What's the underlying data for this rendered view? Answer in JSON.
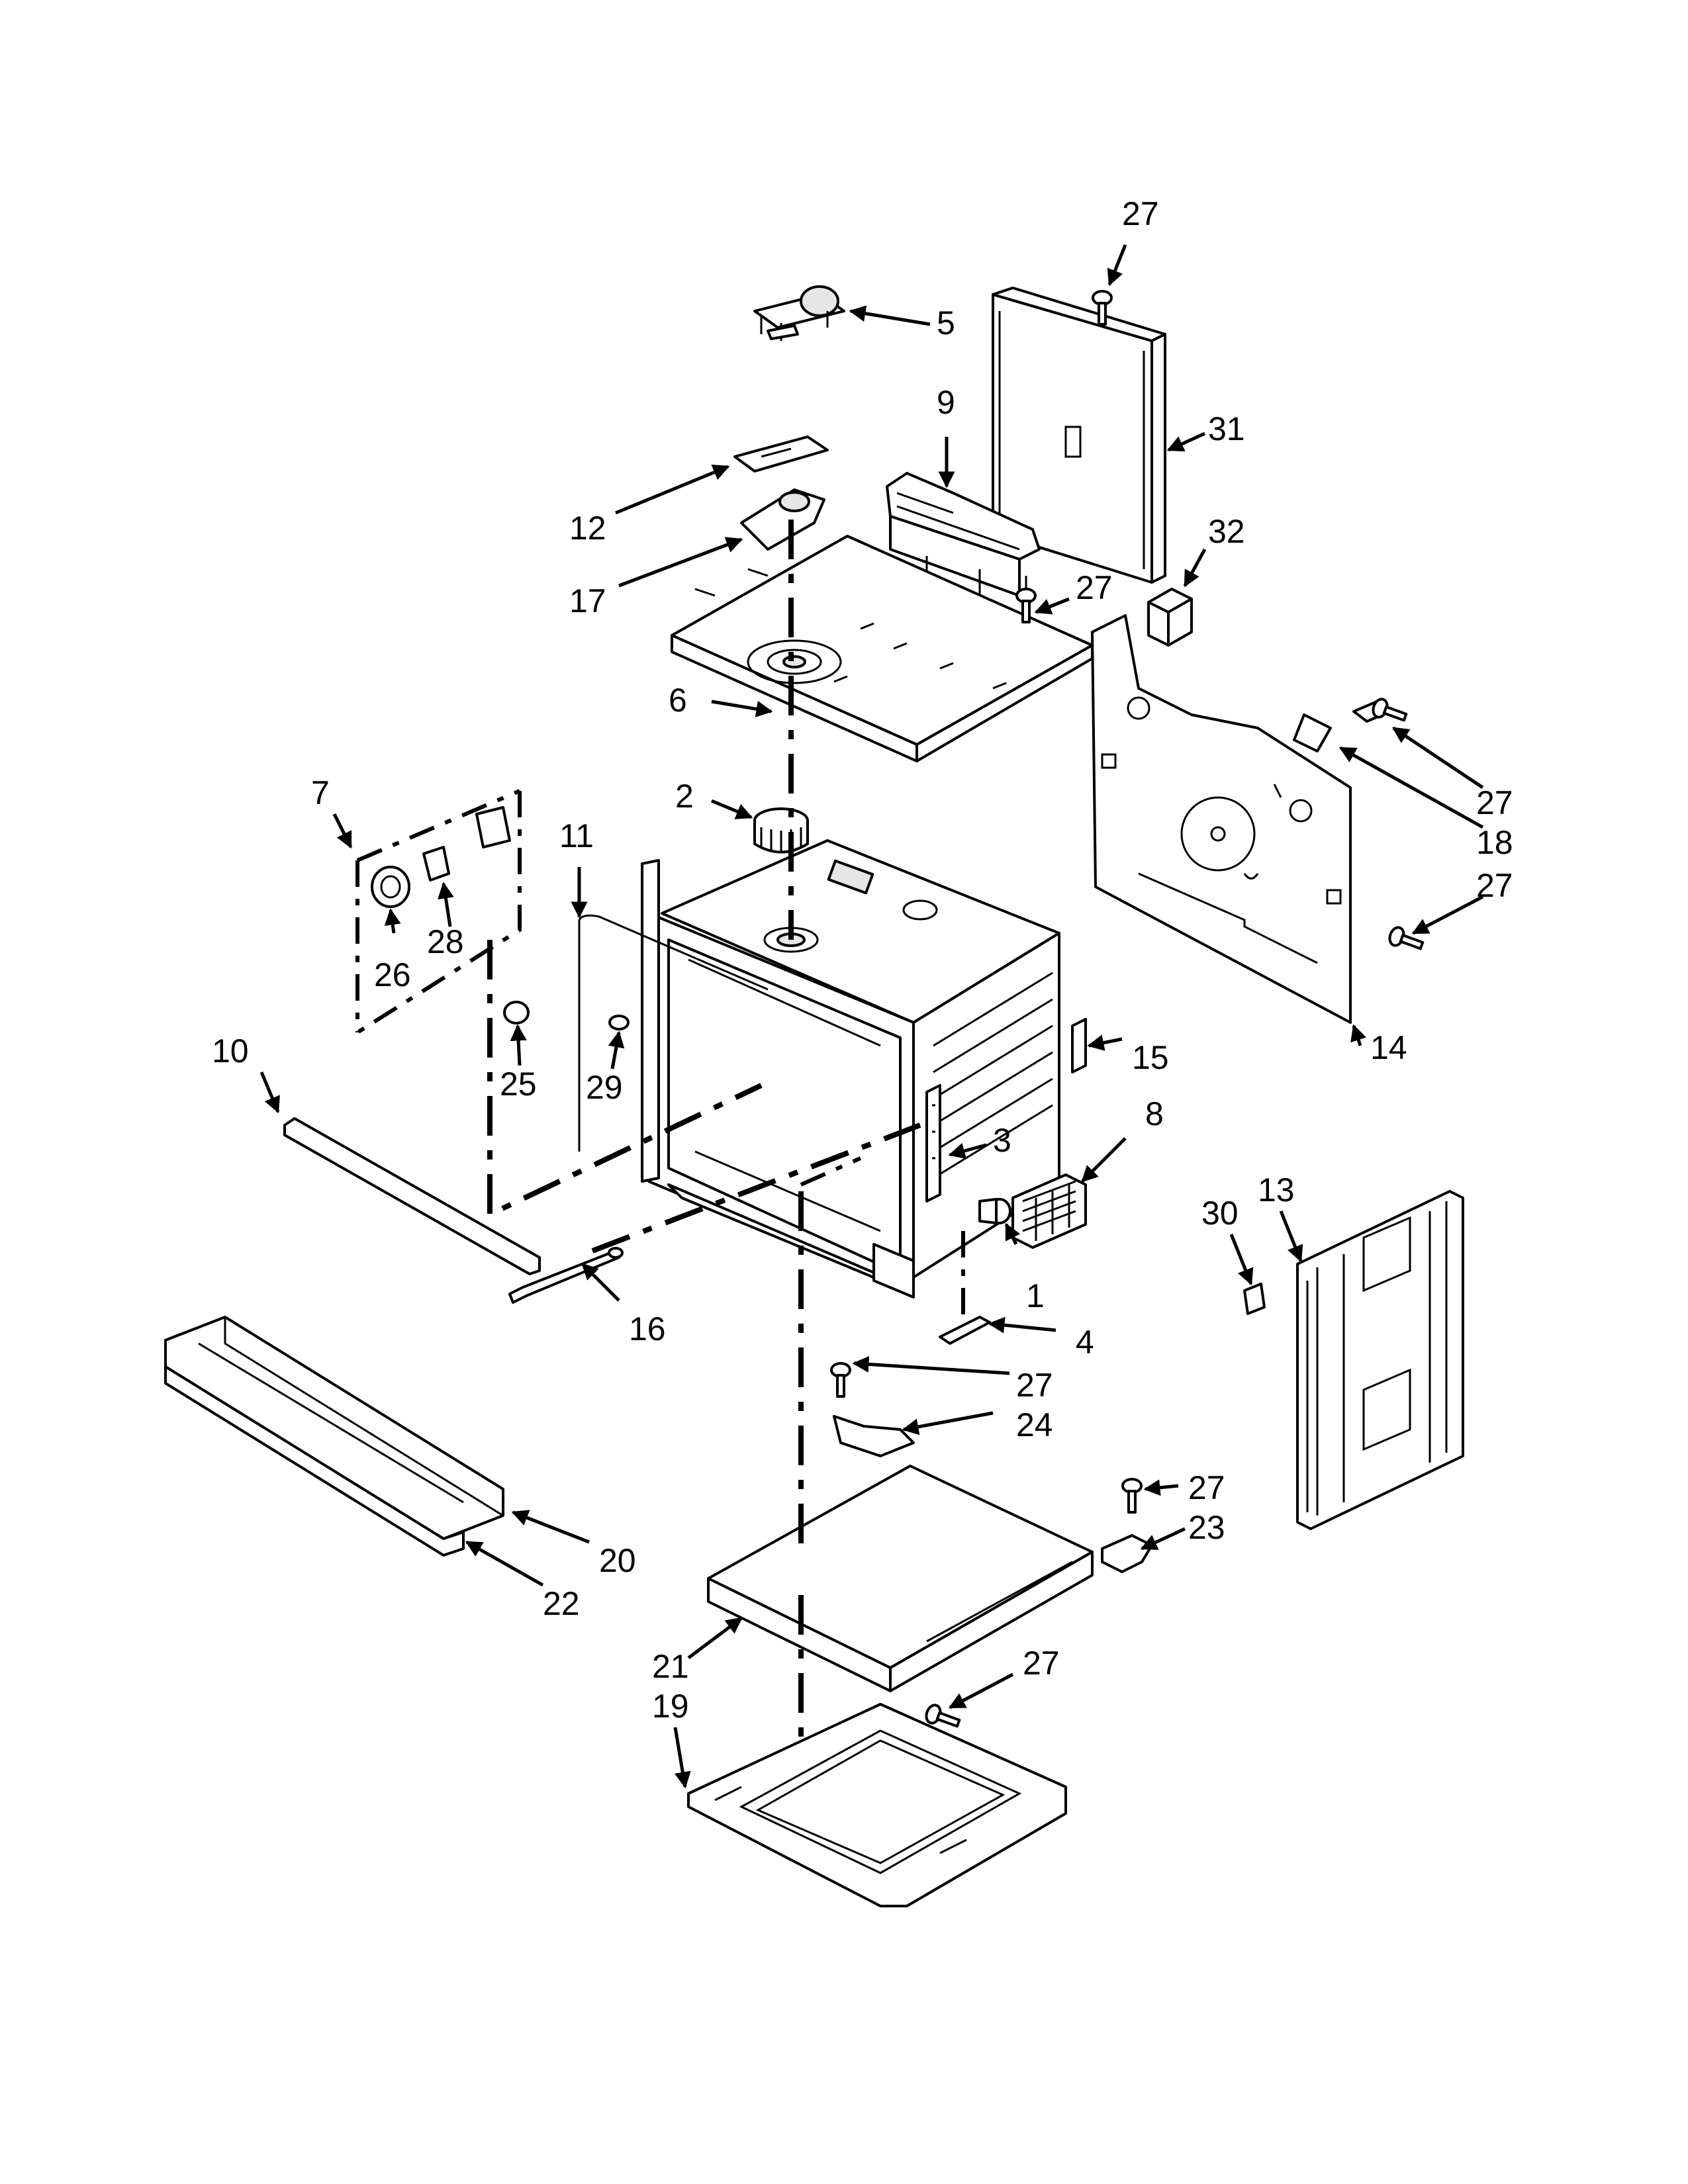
{
  "diagram": {
    "labels": [
      "27",
      "5",
      "9",
      "31",
      "32",
      "27",
      "12",
      "17",
      "6",
      "2",
      "7",
      "11",
      "28",
      "26",
      "25",
      "29",
      "10",
      "16",
      "15",
      "14",
      "27",
      "18",
      "27",
      "3",
      "8",
      "1",
      "4",
      "13",
      "30",
      "27",
      "24",
      "20",
      "22",
      "27",
      "23",
      "21",
      "19",
      "27"
    ]
  }
}
